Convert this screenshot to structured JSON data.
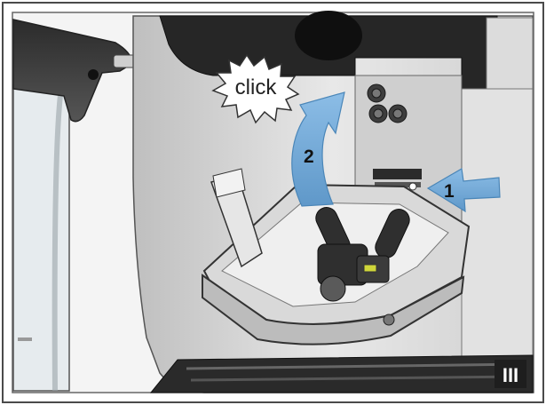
{
  "diagram": {
    "callout_click": "click",
    "step_one": "1",
    "step_two": "2",
    "figure_number": "III"
  },
  "colors": {
    "arrow_blue": "#6fa7d6",
    "machine_grey": "#d8d8d8",
    "dark_part": "#3a3a3a",
    "frame_border": "#4a4a4a"
  }
}
